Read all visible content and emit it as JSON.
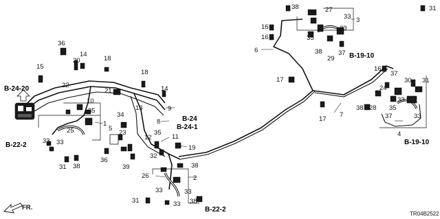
{
  "callouts": {
    "c1": "1",
    "c2": "2",
    "c3": "3",
    "c4": "4",
    "c5": "5",
    "c6": "6",
    "c7": "7",
    "c8": "8",
    "c9": "9",
    "c10": "10",
    "c11": "11",
    "c12": "12",
    "c13": "13",
    "c14a": "14",
    "c14b": "14",
    "c15": "15",
    "c16a": "16",
    "c16b": "16",
    "c16c": "16",
    "c17a": "17",
    "c17b": "17",
    "c18a": "18",
    "c18b": "18",
    "c19": "19",
    "c20": "20",
    "c21": "21",
    "c22": "22",
    "c23": "23",
    "c24": "24",
    "c25": "25",
    "c26": "26",
    "c27": "27",
    "c28": "28",
    "c29": "29",
    "c30": "30",
    "c31a": "31",
    "c31b": "31",
    "c31c": "31",
    "c31d": "31",
    "c32": "32",
    "c33a": "33",
    "c33b": "33",
    "c33c": "33",
    "c33d": "33",
    "c33e": "33",
    "c33f": "33",
    "c33g": "33",
    "c33h": "33",
    "c33i": "33",
    "c34": "34",
    "c35a": "35",
    "c35b": "35",
    "c35c": "35",
    "c35d": "35",
    "c36a": "36",
    "c36b": "36",
    "c37a": "37",
    "c37b": "37",
    "c37c": "37",
    "c38a": "38",
    "c38b": "38",
    "c38c": "38",
    "c38d": "38",
    "c38e": "38",
    "c38f": "38",
    "c39": "39"
  },
  "refs": {
    "b2420": "B-24-20",
    "b222_left": "B-22-2",
    "b222_bottom": "B-22-2",
    "b24": "B-24",
    "b241": "B-24-1",
    "b1910_top": "B-19-10",
    "b1910_right": "B-19-10"
  },
  "front_arrow": "FR.",
  "diagram_code": "TR04B2522"
}
